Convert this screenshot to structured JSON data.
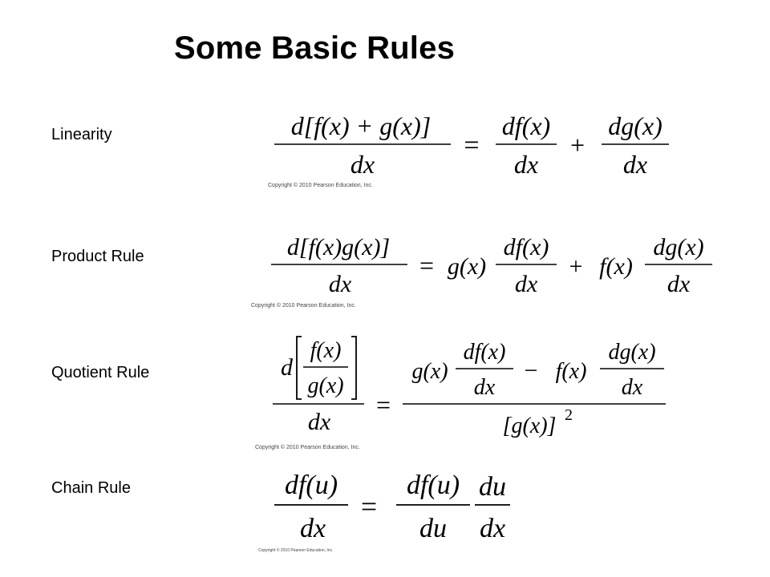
{
  "slide": {
    "title": "Some Basic Rules"
  },
  "rules": [
    {
      "label": "Linearity",
      "copyright": "Copyright © 2010 Pearson Education, Inc."
    },
    {
      "label": "Product Rule",
      "copyright": "Copyright © 2010 Pearson Education, Inc."
    },
    {
      "label": "Quotient Rule",
      "copyright": "Copyright © 2010 Pearson Education, Inc."
    },
    {
      "label": "Chain Rule",
      "copyright": "Copyright © 2010 Pearson Education, Inc."
    }
  ],
  "equations": {
    "linearity": {
      "lhs_num": "d[f(x) + g(x)]",
      "lhs_den": "dx",
      "equals": "=",
      "t1_num": "df(x)",
      "t1_den": "dx",
      "plus": "+",
      "t2_num": "dg(x)",
      "t2_den": "dx"
    },
    "product": {
      "lhs_num": "d[f(x)g(x)]",
      "lhs_den": "dx",
      "equals": "=",
      "g_x": "g(x)",
      "t1_num": "df(x)",
      "t1_den": "dx",
      "plus": "+",
      "f_x": "f(x)",
      "t2_num": "dg(x)",
      "t2_den": "dx"
    },
    "quotient": {
      "d": "d",
      "inner_num": "f(x)",
      "inner_den": "g(x)",
      "lhs_den": "dx",
      "equals": "=",
      "g_x": "g(x)",
      "t1_num": "df(x)",
      "t1_den": "dx",
      "minus": "−",
      "f_x": "f(x)",
      "t2_num": "dg(x)",
      "t2_den": "dx",
      "rhs_den": "[g(x)]",
      "exp": "2"
    },
    "chain": {
      "lhs_num": "df(u)",
      "lhs_den": "dx",
      "equals": "=",
      "t1_num": "df(u)",
      "t1_den": "du",
      "t2_num": "du",
      "t2_den": "dx"
    }
  }
}
